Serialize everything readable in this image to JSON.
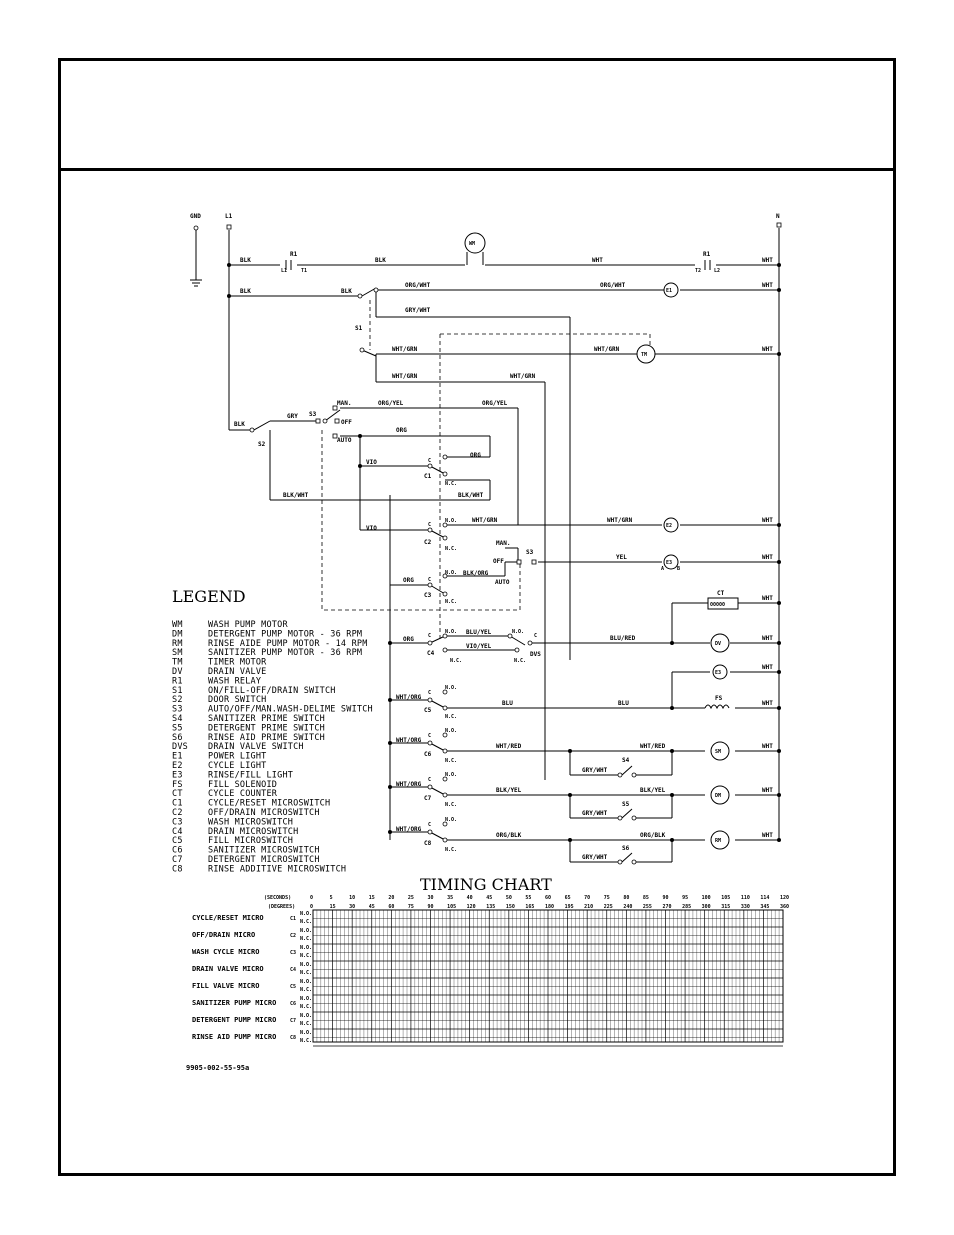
{
  "terminals": {
    "gnd": "GND",
    "l1": "L1",
    "n": "N"
  },
  "components": {
    "wm": "WM",
    "tm": "TM",
    "dv": "DV",
    "sm": "SM",
    "dm": "DM",
    "rm": "RM",
    "e1": "E1",
    "e2": "E2",
    "e3": "E3",
    "fs": "FS",
    "ct": "CT",
    "ct_counter": "00000"
  },
  "relay": {
    "r1_left": "R1",
    "r1_right": "R1",
    "l1": "L1",
    "t1": "T1",
    "t2": "T2",
    "l2": "L2"
  },
  "switches": {
    "s1": "S1",
    "s2": "S2",
    "s3": "S3",
    "s3b": "S3",
    "s4": "S4",
    "s5": "S5",
    "s6": "S6",
    "dvs": "DVS",
    "c1": "C1",
    "c2": "C2",
    "c3": "C3",
    "c4": "C4",
    "c5": "C5",
    "c6": "C6",
    "c7": "C7",
    "c8": "C8",
    "c": "C",
    "no": "N.O.",
    "nc": "N.C.",
    "man": "MAN.",
    "off": "OFF",
    "auto": "AUTO",
    "a": "A",
    "b": "B"
  },
  "wires": {
    "blk": "BLK",
    "wht": "WHT",
    "gry": "GRY",
    "org": "ORG",
    "yel": "YEL",
    "blu": "BLU",
    "vio": "VIO",
    "org_wht": "ORG/WHT",
    "gry_wht": "GRY/WHT",
    "wht_grn": "WHT/GRN",
    "org_yel": "ORG/YEL",
    "blk_wht": "BLK/WHT",
    "blk_org": "BLK/ORG",
    "blu_yel": "BLU/YEL",
    "vio_yel": "VIO/YEL",
    "blu_red": "BLU/RED",
    "wht_org": "WHT/ORG",
    "wht_red": "WHT/RED",
    "blk_yel": "BLK/YEL",
    "org_blk": "ORG/BLK"
  },
  "legend": {
    "title": "LEGEND",
    "items": [
      {
        "code": "WM",
        "desc": "WASH PUMP MOTOR"
      },
      {
        "code": "DM",
        "desc": "DETERGENT PUMP MOTOR - 36 RPM"
      },
      {
        "code": "RM",
        "desc": "RINSE AIDE PUMP MOTOR - 14 RPM"
      },
      {
        "code": "SM",
        "desc": "SANITIZER PUMP MOTOR - 36 RPM"
      },
      {
        "code": "TM",
        "desc": "TIMER MOTOR"
      },
      {
        "code": "DV",
        "desc": "DRAIN VALVE"
      },
      {
        "code": "R1",
        "desc": "WASH RELAY"
      },
      {
        "code": "S1",
        "desc": "ON/FILL-OFF/DRAIN SWITCH"
      },
      {
        "code": "S2",
        "desc": "DOOR SWITCH"
      },
      {
        "code": "S3",
        "desc": "AUTO/OFF/MAN.WASH-DELIME SWITCH"
      },
      {
        "code": "S4",
        "desc": "SANITIZER PRIME SWITCH"
      },
      {
        "code": "S5",
        "desc": "DETERGENT PRIME SWITCH"
      },
      {
        "code": "S6",
        "desc": "RINSE AID PRIME SWITCH"
      },
      {
        "code": "DVS",
        "desc": "DRAIN VALVE SWITCH"
      },
      {
        "code": "E1",
        "desc": "POWER LIGHT"
      },
      {
        "code": "E2",
        "desc": "CYCLE LIGHT"
      },
      {
        "code": "E3",
        "desc": "RINSE/FILL LIGHT"
      },
      {
        "code": "FS",
        "desc": "FILL SOLENOID"
      },
      {
        "code": "CT",
        "desc": "CYCLE COUNTER"
      },
      {
        "code": "C1",
        "desc": "CYCLE/RESET MICROSWITCH"
      },
      {
        "code": "C2",
        "desc": "OFF/DRAIN MICROSWITCH"
      },
      {
        "code": "C3",
        "desc": "WASH MICROSWITCH"
      },
      {
        "code": "C4",
        "desc": "DRAIN MICROSWITCH"
      },
      {
        "code": "C5",
        "desc": "FILL MICROSWITCH"
      },
      {
        "code": "C6",
        "desc": "SANITIZER MICROSWITCH"
      },
      {
        "code": "C7",
        "desc": "DETERGENT MICROSWITCH"
      },
      {
        "code": "C8",
        "desc": "RINSE ADDITIVE MICROSWITCH"
      }
    ]
  },
  "timing_chart": {
    "title": "TIMING CHART",
    "seconds_label": "(SECONDS)",
    "degrees_label": "(DEGREES)",
    "seconds_ticks": [
      "0",
      "5",
      "10",
      "15",
      "20",
      "25",
      "30",
      "35",
      "40",
      "45",
      "50",
      "55",
      "60",
      "65",
      "70",
      "75",
      "80",
      "85",
      "90",
      "95",
      "100",
      "105",
      "110",
      "114",
      "120"
    ],
    "degrees_ticks": [
      "0",
      "15",
      "30",
      "45",
      "60",
      "75",
      "90",
      "105",
      "120",
      "135",
      "150",
      "165",
      "180",
      "195",
      "210",
      "225",
      "240",
      "255",
      "270",
      "285",
      "300",
      "315",
      "330",
      "345",
      "360"
    ],
    "rows": [
      {
        "name": "CYCLE/RESET MICRO",
        "code": "C1"
      },
      {
        "name": "OFF/DRAIN MICRO",
        "code": "C2"
      },
      {
        "name": "WASH CYCLE MICRO",
        "code": "C3"
      },
      {
        "name": "DRAIN VALVE MICRO",
        "code": "C4"
      },
      {
        "name": "FILL VALVE MICRO",
        "code": "C5"
      },
      {
        "name": "SANITIZER PUMP MICRO",
        "code": "C6"
      },
      {
        "name": "DETERGENT PUMP MICRO",
        "code": "C7"
      },
      {
        "name": "RINSE AID PUMP MICRO",
        "code": "C8"
      }
    ],
    "no_label": "N.O.",
    "nc_label": "N.C."
  },
  "part_number": "9905-002-55-95a"
}
